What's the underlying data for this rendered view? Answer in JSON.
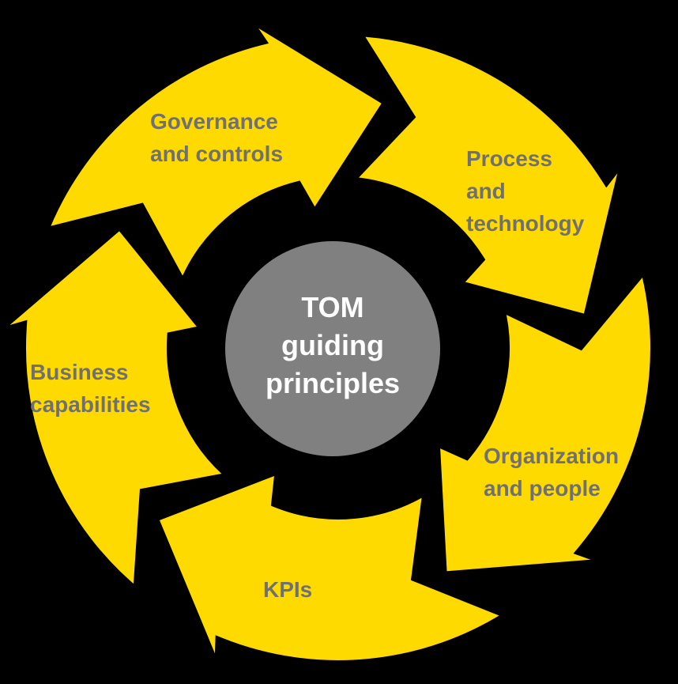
{
  "colors": {
    "background": "#000000",
    "segment": "#FFDA00",
    "segment_text": "#707070",
    "center_fill": "#808080",
    "center_text": "#FFFFFF"
  },
  "center": {
    "lines": [
      "TOM",
      "guiding",
      "principles"
    ]
  },
  "segments": [
    {
      "id": "governance",
      "lines": [
        "Governance",
        "and controls"
      ]
    },
    {
      "id": "process",
      "lines": [
        "Process",
        "and",
        "technology"
      ]
    },
    {
      "id": "organization",
      "lines": [
        "Organization",
        "and people"
      ]
    },
    {
      "id": "kpis",
      "lines": [
        "KPIs"
      ]
    },
    {
      "id": "business",
      "lines": [
        "Business",
        "capabilities"
      ]
    }
  ]
}
